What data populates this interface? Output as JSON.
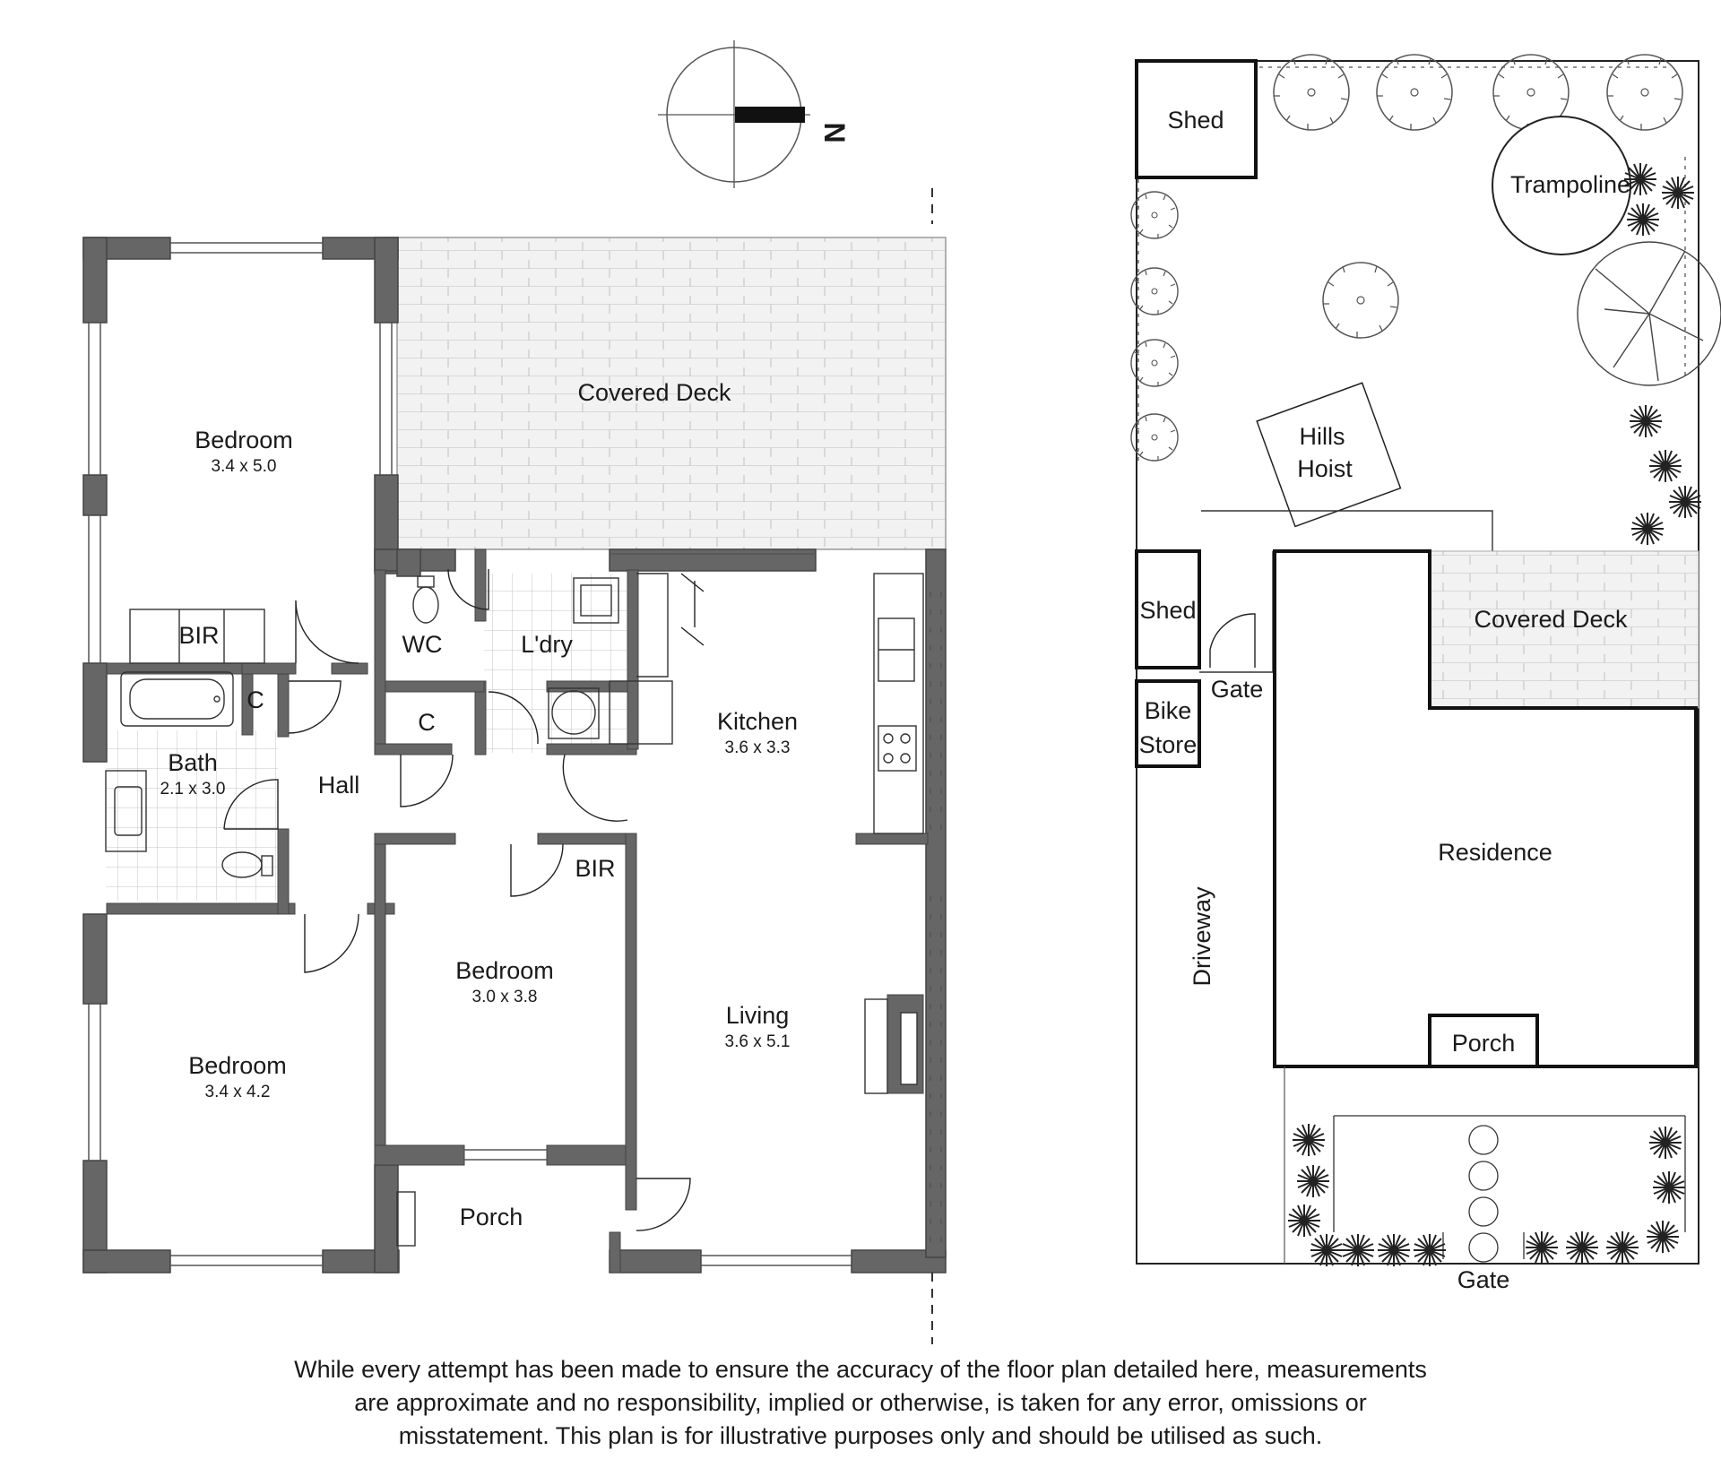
{
  "compass": {
    "north_label": "N"
  },
  "floor_plan": {
    "rooms": [
      {
        "id": "bedroom-1",
        "name": "Bedroom",
        "dims": "3.4 x 5.0"
      },
      {
        "id": "covered-deck",
        "name": "Covered Deck",
        "dims": ""
      },
      {
        "id": "bir-1",
        "name": "BIR",
        "dims": ""
      },
      {
        "id": "wc",
        "name": "WC",
        "dims": ""
      },
      {
        "id": "laundry",
        "name": "L'dry",
        "dims": ""
      },
      {
        "id": "cupboard-1",
        "name": "C",
        "dims": ""
      },
      {
        "id": "cupboard-2",
        "name": "C",
        "dims": ""
      },
      {
        "id": "bath",
        "name": "Bath",
        "dims": "2.1 x 3.0"
      },
      {
        "id": "hall",
        "name": "Hall",
        "dims": ""
      },
      {
        "id": "kitchen",
        "name": "Kitchen",
        "dims": "3.6 x 3.3"
      },
      {
        "id": "bir-2",
        "name": "BIR",
        "dims": ""
      },
      {
        "id": "bedroom-2",
        "name": "Bedroom",
        "dims": "3.0 x 3.8"
      },
      {
        "id": "living",
        "name": "Living",
        "dims": "3.6 x 5.1"
      },
      {
        "id": "bedroom-3",
        "name": "Bedroom",
        "dims": "3.4 x 4.2"
      },
      {
        "id": "porch",
        "name": "Porch",
        "dims": ""
      }
    ]
  },
  "site_plan": {
    "labels": [
      {
        "id": "shed-1",
        "text": "Shed"
      },
      {
        "id": "trampoline",
        "text": "Trampoline"
      },
      {
        "id": "hills-hoist-1",
        "text": "Hills"
      },
      {
        "id": "hills-hoist-2",
        "text": "Hoist"
      },
      {
        "id": "shed-2",
        "text": "Shed"
      },
      {
        "id": "gate-1",
        "text": "Gate"
      },
      {
        "id": "covered-deck",
        "text": "Covered Deck"
      },
      {
        "id": "bike-store-1",
        "text": "Bike"
      },
      {
        "id": "bike-store-2",
        "text": "Store"
      },
      {
        "id": "residence",
        "text": "Residence"
      },
      {
        "id": "driveway",
        "text": "Driveway"
      },
      {
        "id": "porch",
        "text": "Porch"
      },
      {
        "id": "gate-2",
        "text": "Gate"
      }
    ]
  },
  "disclaimer": {
    "line1": "While every attempt has been made to ensure the accuracy of the floor plan detailed here, measurements",
    "line2": "are approximate and no responsibility, implied or otherwise, is taken for any error, omissions or",
    "line3": "misstatement.  This plan is for illustrative purposes only and should be utilised as such."
  },
  "colors": {
    "wall": "#666666",
    "line": "#1a1a1a",
    "deck": "#e8e8e8",
    "tile": "#cfcfcf"
  }
}
